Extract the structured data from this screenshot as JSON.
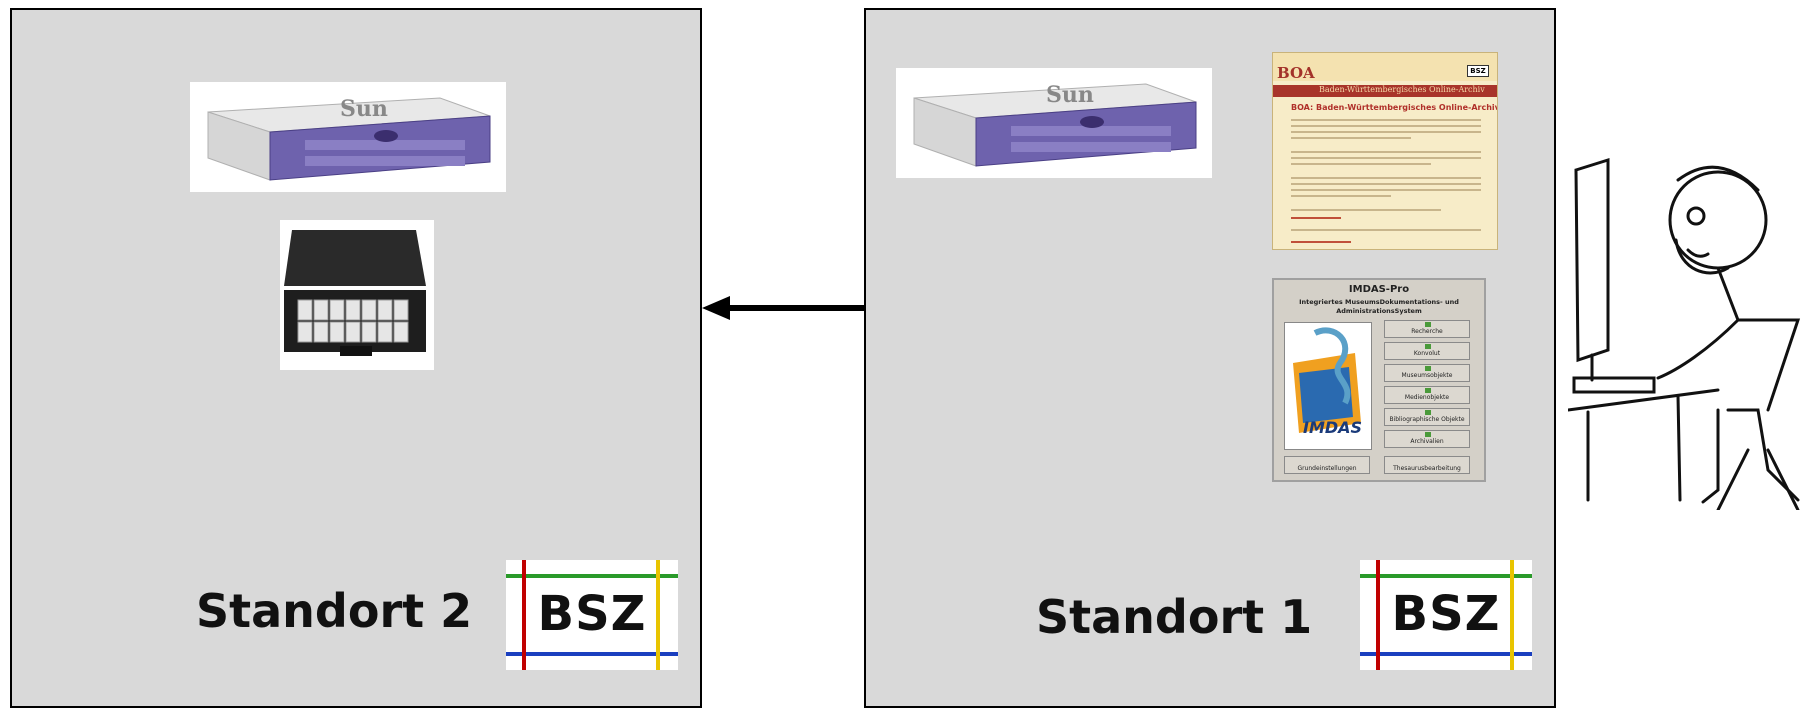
{
  "sites": {
    "site2": {
      "label": "Standort 2",
      "logo_text": "BSZ"
    },
    "site1": {
      "label": "Standort 1",
      "logo_text": "BSZ"
    }
  },
  "server": {
    "brand": "Sun"
  },
  "boa_page": {
    "logo": "BOA",
    "banner": "Baden-Württembergisches Online-Archiv",
    "heading": "BOA: Baden-Württembergisches Online-Archiv",
    "badge": "BSZ"
  },
  "imdas": {
    "title": "IMDAS-Pro",
    "subtitle": "Integriertes MuseumsDokumentations- und AdministrationsSystem",
    "logo": "IMDAS",
    "buttons": [
      "Recherche",
      "Konvolut",
      "Museumsobjekte",
      "Medienobjekte",
      "Bibliographische Objekte",
      "Archivalien"
    ],
    "bottom_buttons": [
      "Grundeinstellungen",
      "Thesaurusbearbeitung"
    ]
  },
  "colors": {
    "panel": "#d9d9d9",
    "server_purple": "#6a5ca8",
    "bsz_red": "#c00000",
    "bsz_green": "#2a9a2a",
    "bsz_blue": "#1a3fbf",
    "bsz_yellow": "#e8c400"
  },
  "icons": [
    "sun-server-icon",
    "tape-case-icon",
    "arrow-left-icon",
    "user-at-computer-icon"
  ]
}
